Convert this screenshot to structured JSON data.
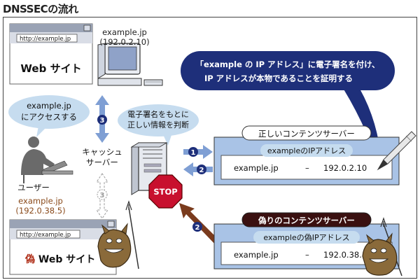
{
  "title": "DNSSECの流れ",
  "browser_good": {
    "url": "http://example.jp",
    "label": "Web サイト"
  },
  "browser_fake": {
    "url": "http://example.jp",
    "prefix": "偽",
    "label": " Web サイト"
  },
  "server_info": {
    "domain": "example.jp",
    "ip": "(192.0.2.10)"
  },
  "user_bubble": {
    "line1": "example.jp",
    "line2": "にアクセスする"
  },
  "user_label": "ユーザー",
  "fake_info": {
    "domain": "example.jp",
    "ip": "(192.0.38.5)"
  },
  "cache_label": {
    "line1": "キャッシュ",
    "line2": "サーバー"
  },
  "cache_bubble": {
    "line1": "電子署名をもとに",
    "line2": "正しい情報を判断"
  },
  "callout": {
    "line1": "「example の IP アドレス」に電子署名を付け、",
    "line2": "IP アドレスが本物であることを証明する"
  },
  "good_server": {
    "title": "正しいコンテンツサーバー",
    "header": "exampleのIPアドレス",
    "domain": "example.jp",
    "dash": "–",
    "ip": "192.0.2.10"
  },
  "bad_server": {
    "title": "偽りのコンテンツサーバー",
    "header": "exampleの偽IPアドレス",
    "domain": "example.jp",
    "dash": "–",
    "ip": "192.0.38."
  },
  "stop_label": "STOP",
  "steps": {
    "one": "1",
    "two_a": "2",
    "two_b": "2",
    "three_a": "3",
    "three_b": "3"
  },
  "colors": {
    "navy": "#1e2f7a",
    "blue_box": "#a9c3e6",
    "bubble": "#c6dcef",
    "stop_red": "#c8102e",
    "brown_arrow": "#7a3b1d",
    "fake_text": "#8a4a1a",
    "bad_title_bg": "#3a1010"
  }
}
